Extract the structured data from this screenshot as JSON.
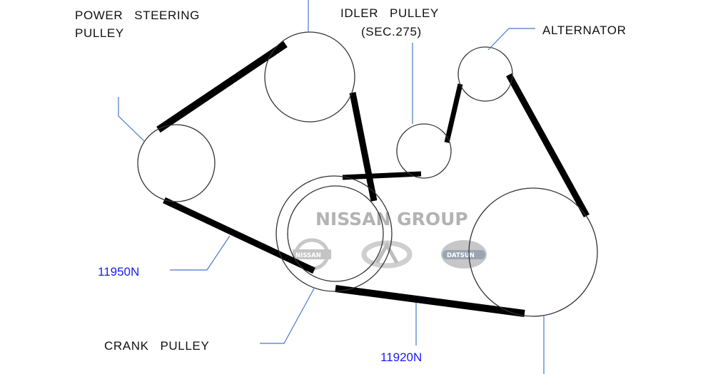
{
  "labels": {
    "power_steering_line1": "POWER   STEERING",
    "power_steering_line2": "PULLEY",
    "idler_line1": "IDLER   PULLEY",
    "idler_line2": "(SEC.275)",
    "alternator": "ALTERNATOR",
    "crank": "CRANK   PULLEY"
  },
  "part_numbers": {
    "belt_left": "11950N",
    "belt_bottom": "11920N"
  },
  "watermark": {
    "title": "NISSAN GROUP",
    "logos": [
      "NISSAN",
      "INFINITI",
      "DATSUN"
    ],
    "nissan_text": "NISSAN",
    "datsun_text": "DATSUN"
  },
  "colors": {
    "part_number": "#1a1aff",
    "leader_line": "#4a78c8",
    "belt": "#000000",
    "watermark": "#b3b3b3"
  }
}
